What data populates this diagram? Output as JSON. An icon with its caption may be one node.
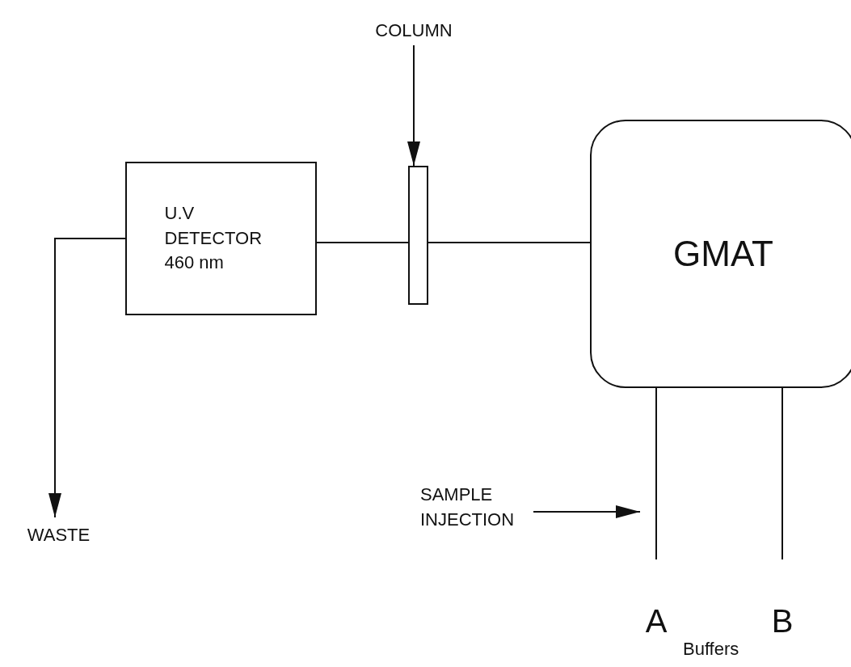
{
  "diagram": {
    "nodes": [
      {
        "text": [
          "COLUMN"
        ]
      },
      {
        "text": [
          "U.V DETECTOR 460 nm"
        ]
      },
      {
        "text": [],
        "shape": "bar"
      },
      {
        "text": [
          "GMAT"
        ]
      },
      {
        "text": [
          "WASTE"
        ]
      },
      {
        "text": [
          "SAMPLE INJECTION"
        ]
      },
      {
        "text": [
          "A"
        ]
      },
      {
        "text": [
          "B"
        ]
      }
    ],
    "edges": [
      {
        "from": 0,
        "to": 2,
        "arrow": "to"
      },
      {
        "from": 3,
        "to": 2,
        "arrow": "none"
      },
      {
        "from": 2,
        "to": 1,
        "arrow": "none"
      },
      {
        "from": 1,
        "to": 4,
        "arrow": "to"
      },
      {
        "from": 6,
        "to": 3,
        "arrow": "none"
      },
      {
        "from": 7,
        "to": 3,
        "arrow": "none"
      },
      {
        "from": 5,
        "to": null,
        "arrow": "to"
      }
    ],
    "labels": [
      "Buffers"
    ]
  }
}
